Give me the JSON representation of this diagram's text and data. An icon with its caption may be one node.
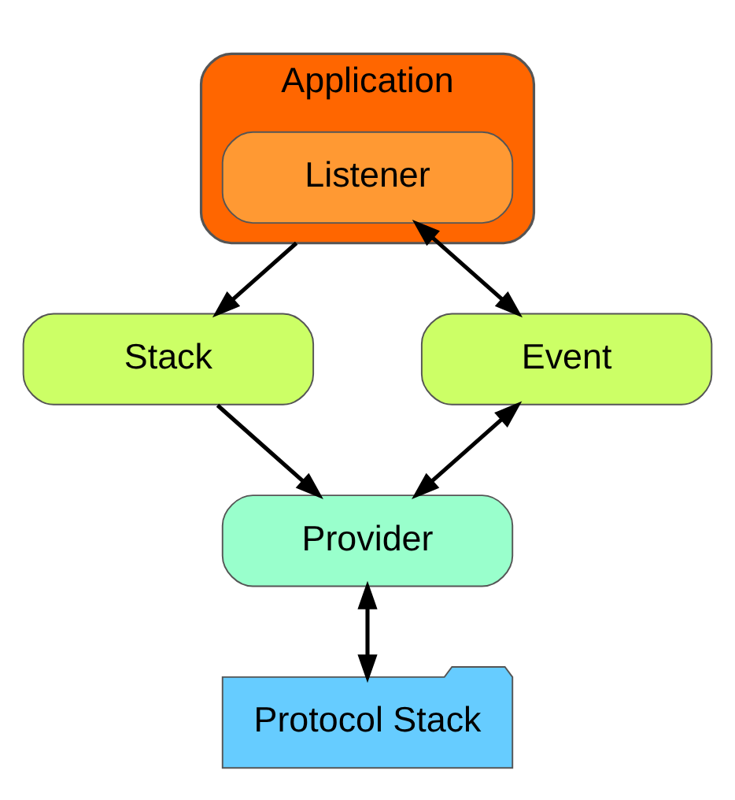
{
  "diagram": {
    "nodes": [
      {
        "text": [
          "Application"
        ]
      },
      {
        "text": [
          "Listener"
        ],
        "in": 0
      },
      {
        "text": [
          "Stack"
        ]
      },
      {
        "text": [
          "Event"
        ]
      },
      {
        "text": [
          "Provider"
        ]
      },
      {
        "text": [
          "Protocol Stack"
        ]
      }
    ],
    "edges": [
      {
        "from": 0,
        "to": 2,
        "arrow": "to"
      },
      {
        "from": 1,
        "to": 3,
        "arrow": "both"
      },
      {
        "from": 2,
        "to": 4,
        "arrow": "to"
      },
      {
        "from": 3,
        "to": 4,
        "arrow": "both"
      },
      {
        "from": 4,
        "to": 5,
        "arrow": "both"
      }
    ]
  }
}
